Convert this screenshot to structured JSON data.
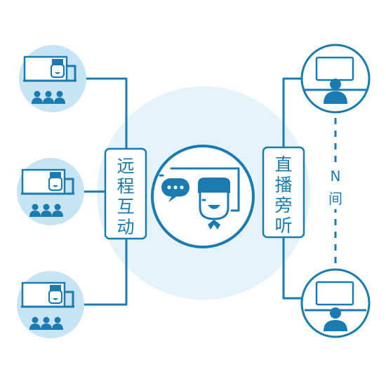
{
  "left_label": [
    "远",
    "程",
    "互",
    "动"
  ],
  "right_label": [
    "直",
    "播",
    "旁",
    "听"
  ],
  "n_label": [
    "N",
    "间"
  ],
  "colors": {
    "primary": "#1a7bb0",
    "circle_fill": "#c6e4f3",
    "center_bg": "#e4f3fa",
    "white": "#ffffff"
  }
}
